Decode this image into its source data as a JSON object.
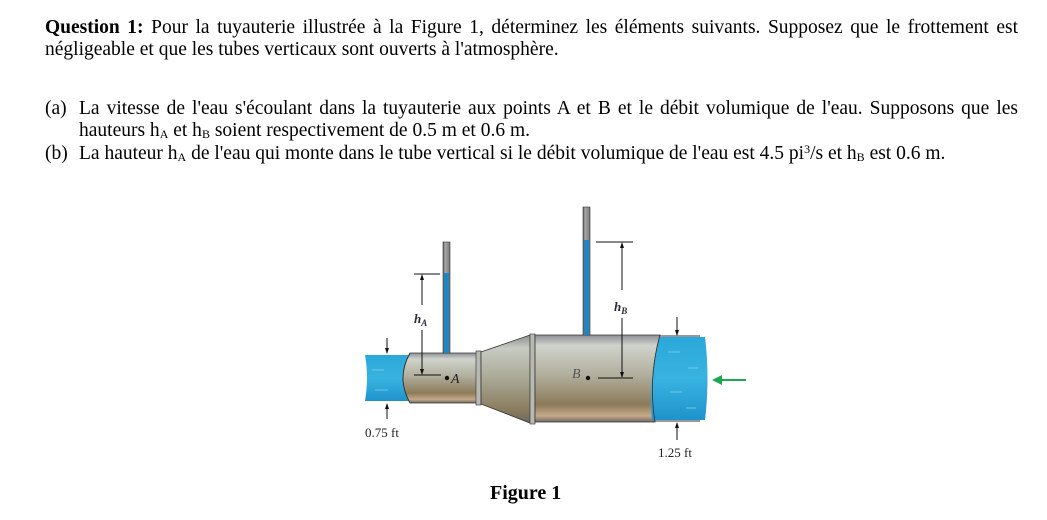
{
  "question": {
    "heading": "Question 1:",
    "intro": " Pour la tuyauterie illustrée à la Figure 1, déterminez les éléments suivants. Supposez que le frottement est négligeable et que les tubes verticaux sont ouverts à l'atmosphère.",
    "parts": [
      {
        "label": "(a)",
        "text_1": "La vitesse de l'eau s'écoulant dans la tuyauterie aux points A et B et le débit volumique de l'eau. Supposons que les hauteurs h",
        "sub_1": "A",
        "text_2": " et h",
        "sub_2": "B",
        "text_3": " soient respectivement de 0.5 m et 0.6 m."
      },
      {
        "label": "(b)",
        "text_1": "La hauteur h",
        "sub_1": "A",
        "text_2": " de l'eau qui monte dans le tube vertical si le débit volumique de l'eau est 4.5 pi",
        "sup_1": "3",
        "text_3": "/s et h",
        "sub_2": "B",
        "text_4": " est 0.6 m."
      }
    ]
  },
  "figure": {
    "caption": "Figure 1",
    "labels": {
      "h_a": "h",
      "h_a_sub": "A",
      "h_b": "h",
      "h_b_sub": "B",
      "point_a": "A",
      "point_b": "B",
      "diameter_small": "0.75 ft",
      "diameter_large": "1.25 ft"
    },
    "colors": {
      "water": "#29a3d6",
      "water_dark": "#1b8cc4",
      "pipe_light": "#c9ccc4",
      "pipe_dark": "#8a7a5c",
      "tube_water": "#1f86c6",
      "flow_arrow": "#1aa850"
    }
  }
}
